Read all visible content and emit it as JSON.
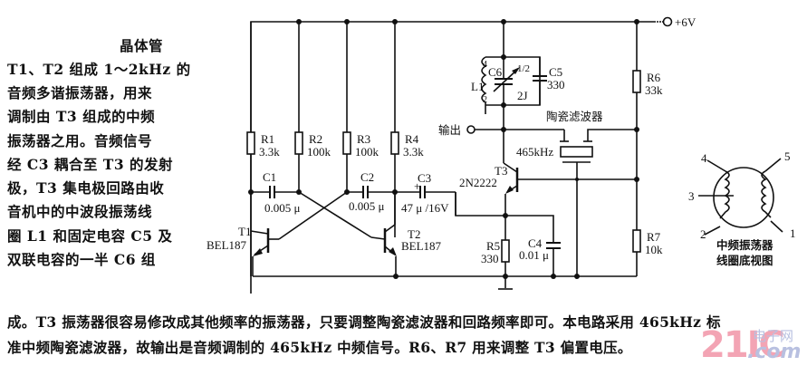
{
  "description": {
    "title": "晶体管",
    "lines": [
      "T1、T2 组成 1～2kHz 的",
      "音频多谐振荡器，用来",
      "调制由 T3 组成的中频",
      "振荡器之用。音频信号",
      "经 C3 耦合至 T3 的发射",
      "极，T3 集电极回路由收",
      "音机中的中波段振荡线",
      "圈 L1 和固定电容 C5 及",
      "双联电容的一半 C6 组"
    ],
    "full_lines": [
      "成。T3 振荡器很容易修改成其他频率的振荡器，只要调整陶瓷滤波器和回路频率即可。本电路采用 465kHz 标",
      "准中频陶瓷滤波器，故输出是音频调制的 465kHz 中频信号。R6、R7 用来调整 T3 偏置电压。"
    ]
  },
  "schematic": {
    "supply": "+6V",
    "output_label": "输出",
    "filter_label": "陶瓷滤波器",
    "filter_freq": "465kHz",
    "resistors": [
      {
        "ref": "R1",
        "value": "3.3k"
      },
      {
        "ref": "R2",
        "value": "100k"
      },
      {
        "ref": "R3",
        "value": "100k"
      },
      {
        "ref": "R4",
        "value": "3.3k"
      },
      {
        "ref": "R5",
        "value": "330"
      },
      {
        "ref": "R6",
        "value": "33k"
      },
      {
        "ref": "R7",
        "value": "10k"
      }
    ],
    "capacitors": [
      {
        "ref": "C1",
        "value": "0.005 μ"
      },
      {
        "ref": "C2",
        "value": "0.005 μ"
      },
      {
        "ref": "C3",
        "value": "47 μ /16V",
        "polarity": "+"
      },
      {
        "ref": "C4",
        "value": "0.01 μ"
      },
      {
        "ref": "C5",
        "value": "330"
      },
      {
        "ref": "C6",
        "value": "1/2",
        "tag": "2J"
      }
    ],
    "transistors": [
      {
        "ref": "T1",
        "model": "BEL187"
      },
      {
        "ref": "T2",
        "model": "BEL187"
      },
      {
        "ref": "T3",
        "model": "2N2222"
      }
    ],
    "coil": {
      "ref": "L1",
      "pin_top": "4",
      "pin_bottom": "2"
    },
    "coil_view": {
      "pins": [
        "4",
        "5",
        "3",
        "2",
        "1"
      ],
      "caption_line1": "中频振荡器",
      "caption_line2": "线圈底视图"
    }
  },
  "watermark": {
    "brand": "21IC",
    "cn": "电子网",
    "domain": ".com"
  }
}
